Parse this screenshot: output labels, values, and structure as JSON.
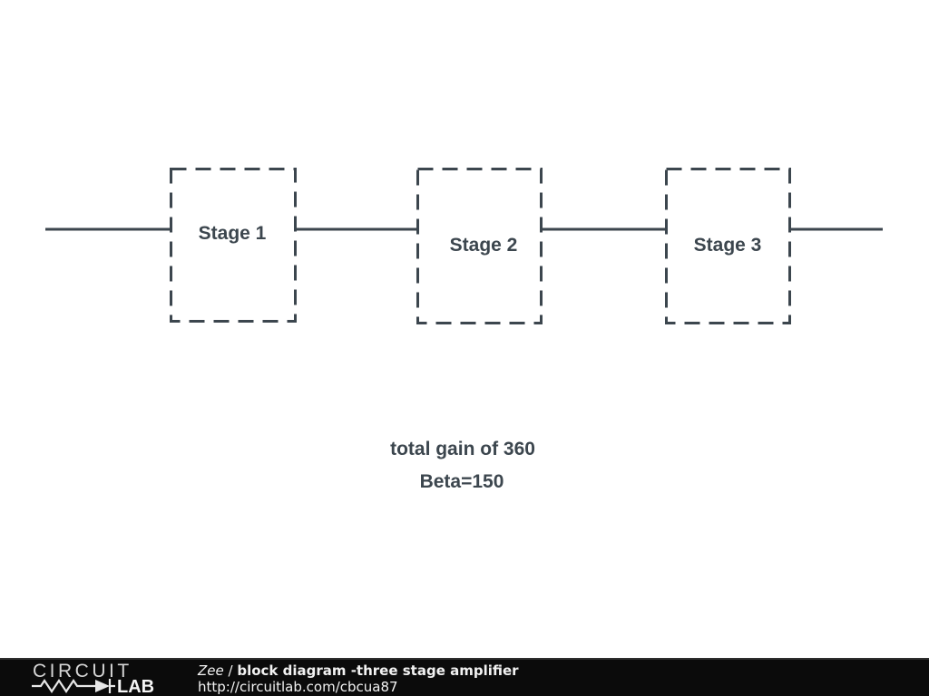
{
  "diagram": {
    "stages": [
      {
        "label": "Stage 1"
      },
      {
        "label": "Stage 2"
      },
      {
        "label": "Stage 3"
      }
    ],
    "annotation": {
      "gain_text": "total gain of 360",
      "beta_text": "Beta=150"
    },
    "colors": {
      "stroke": "#3c464e",
      "background": "#ffffff"
    }
  },
  "footer": {
    "logo": {
      "word_top": "CIRCUIT",
      "word_bottom": "LAB",
      "icon": "resistor-diode-icon"
    },
    "author": "Zee",
    "separator": " / ",
    "title": "block diagram -three stage amplifier",
    "url": "http://circuitlab.com/cbcua87",
    "colors": {
      "background": "#0b0b0b",
      "text": "#f2f2f2"
    }
  }
}
